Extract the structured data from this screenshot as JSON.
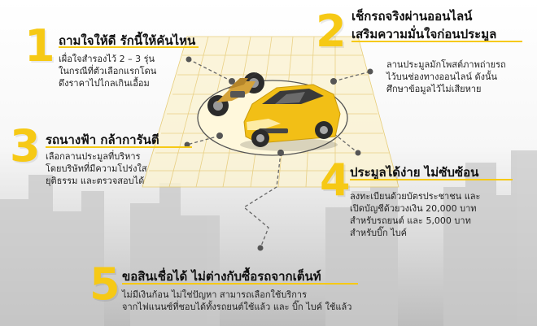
{
  "colors": {
    "accent": "#f6c915",
    "text": "#1a1a1a",
    "car": "#f2bf16",
    "bike": "#d4a23a"
  },
  "tips": [
    {
      "number": "1",
      "title": "ถามใจให้ดี รักนี้ให้คันไหน",
      "lines": [
        "เผื่อใจสำรองไว้ 2 – 3 รุ่น",
        "ในกรณีที่ตัวเลือกแรกโดน",
        "ดึงราคาไปไกลเกินเอื้อม"
      ]
    },
    {
      "number": "2",
      "title_lines": [
        "เช็กรถจริงผ่านออนไลน์",
        "เสริมความมั่นใจก่อนประมูล"
      ],
      "lines": [
        "ลานประมูลมักโพสต์ภาพถ่ายรถ",
        "ไว้บนช่องทางออนไลน์ ดังนั้น",
        "ศึกษาข้อมูลไว้ไม่เสียหาย"
      ]
    },
    {
      "number": "3",
      "title": "รถนางฟ้า กล้าการันตี",
      "lines": [
        "เลือกลานประมูลที่บริหาร",
        "โดยบริษัทที่มีความโปร่งใส",
        "ยุติธรรม และตรวจสอบได้"
      ]
    },
    {
      "number": "4",
      "title": "ประมูลได้ง่าย ไม่ซับซ้อน",
      "lines": [
        "ลงทะเบียนด้วยบัตรประชาชน และ",
        "เปิดบัญชีด้วยวงเงิน 20,000 บาท",
        "สำหรับรถยนต์ และ 5,000 บาท",
        "สำหรับบิ๊ก ไบค์"
      ]
    },
    {
      "number": "5",
      "title": "ขอสินเชื่อได้ ไม่ต่างกับซื้อรถจากเต็นท์",
      "lines": [
        "ไม่มีเงินก้อน ไม่ใช่ปัญหา สามารถเลือกใช้บริการ",
        "จากไฟแนนซ์ที่ชอบได้ทั้งรถยนต์ใช้แล้ว และ บิ๊ก ไบค์ ใช้แล้ว"
      ]
    }
  ]
}
